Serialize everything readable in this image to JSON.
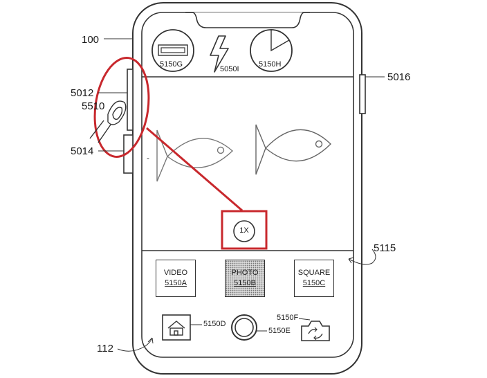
{
  "labels": {
    "device": "100",
    "side_button_right": "5016",
    "side_button_upper": "5012",
    "side_button_lower": "5014",
    "contact": "5510",
    "screen": "5115",
    "display": "112"
  },
  "top_controls": {
    "battery_id": "5150G",
    "flash_id": "5050I",
    "timer_id": "5150H"
  },
  "zoom": {
    "label": "1X"
  },
  "mode_buttons": [
    {
      "line1": "VIDEO",
      "line2": "5150A",
      "selected": false
    },
    {
      "line1": "PHOTO",
      "line2": "5150B",
      "selected": true
    },
    {
      "line1": "SQUARE",
      "line2": "5150C",
      "selected": false
    }
  ],
  "bottom_controls": {
    "home_id": "5150D",
    "shutter_id": "5150E",
    "switch_id": "5150F"
  },
  "colors": {
    "highlight": "#c8282d",
    "ink": "#333333"
  }
}
